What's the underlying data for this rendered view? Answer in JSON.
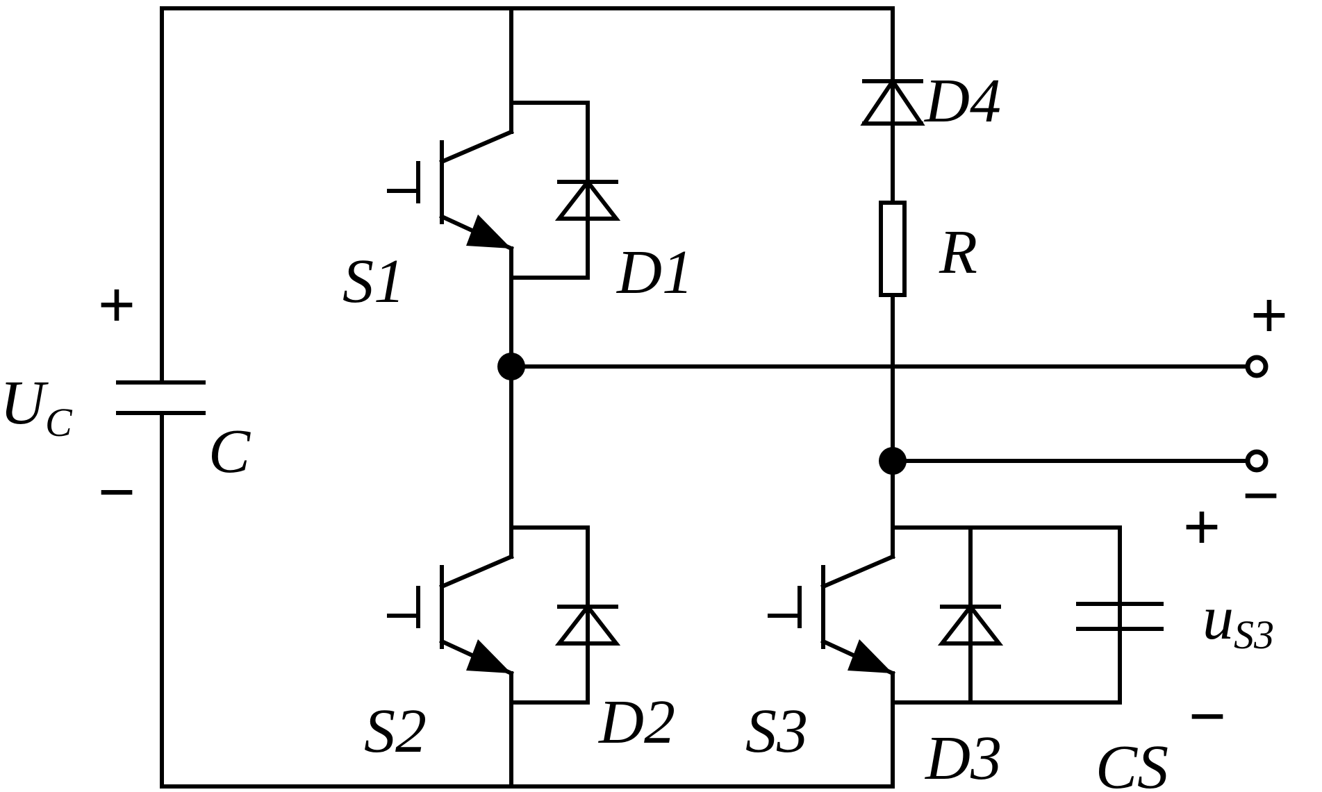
{
  "labels": {
    "uc_main": "U",
    "uc_sub": "C",
    "c": "C",
    "s1": "S1",
    "d1": "D1",
    "s2": "S2",
    "d2": "D2",
    "s3": "S3",
    "d3": "D3",
    "cs": "CS",
    "d4": "D4",
    "r": "R",
    "us3_main": "u",
    "us3_sub": "S3"
  },
  "signs": {
    "uc_plus": "+",
    "uc_minus": "−",
    "out_plus": "+",
    "out_minus": "−",
    "us3_plus": "+",
    "us3_minus": "−"
  },
  "colors": {
    "wire": "#000000",
    "background": "#ffffff",
    "terminal_fill": "#ffffff"
  }
}
